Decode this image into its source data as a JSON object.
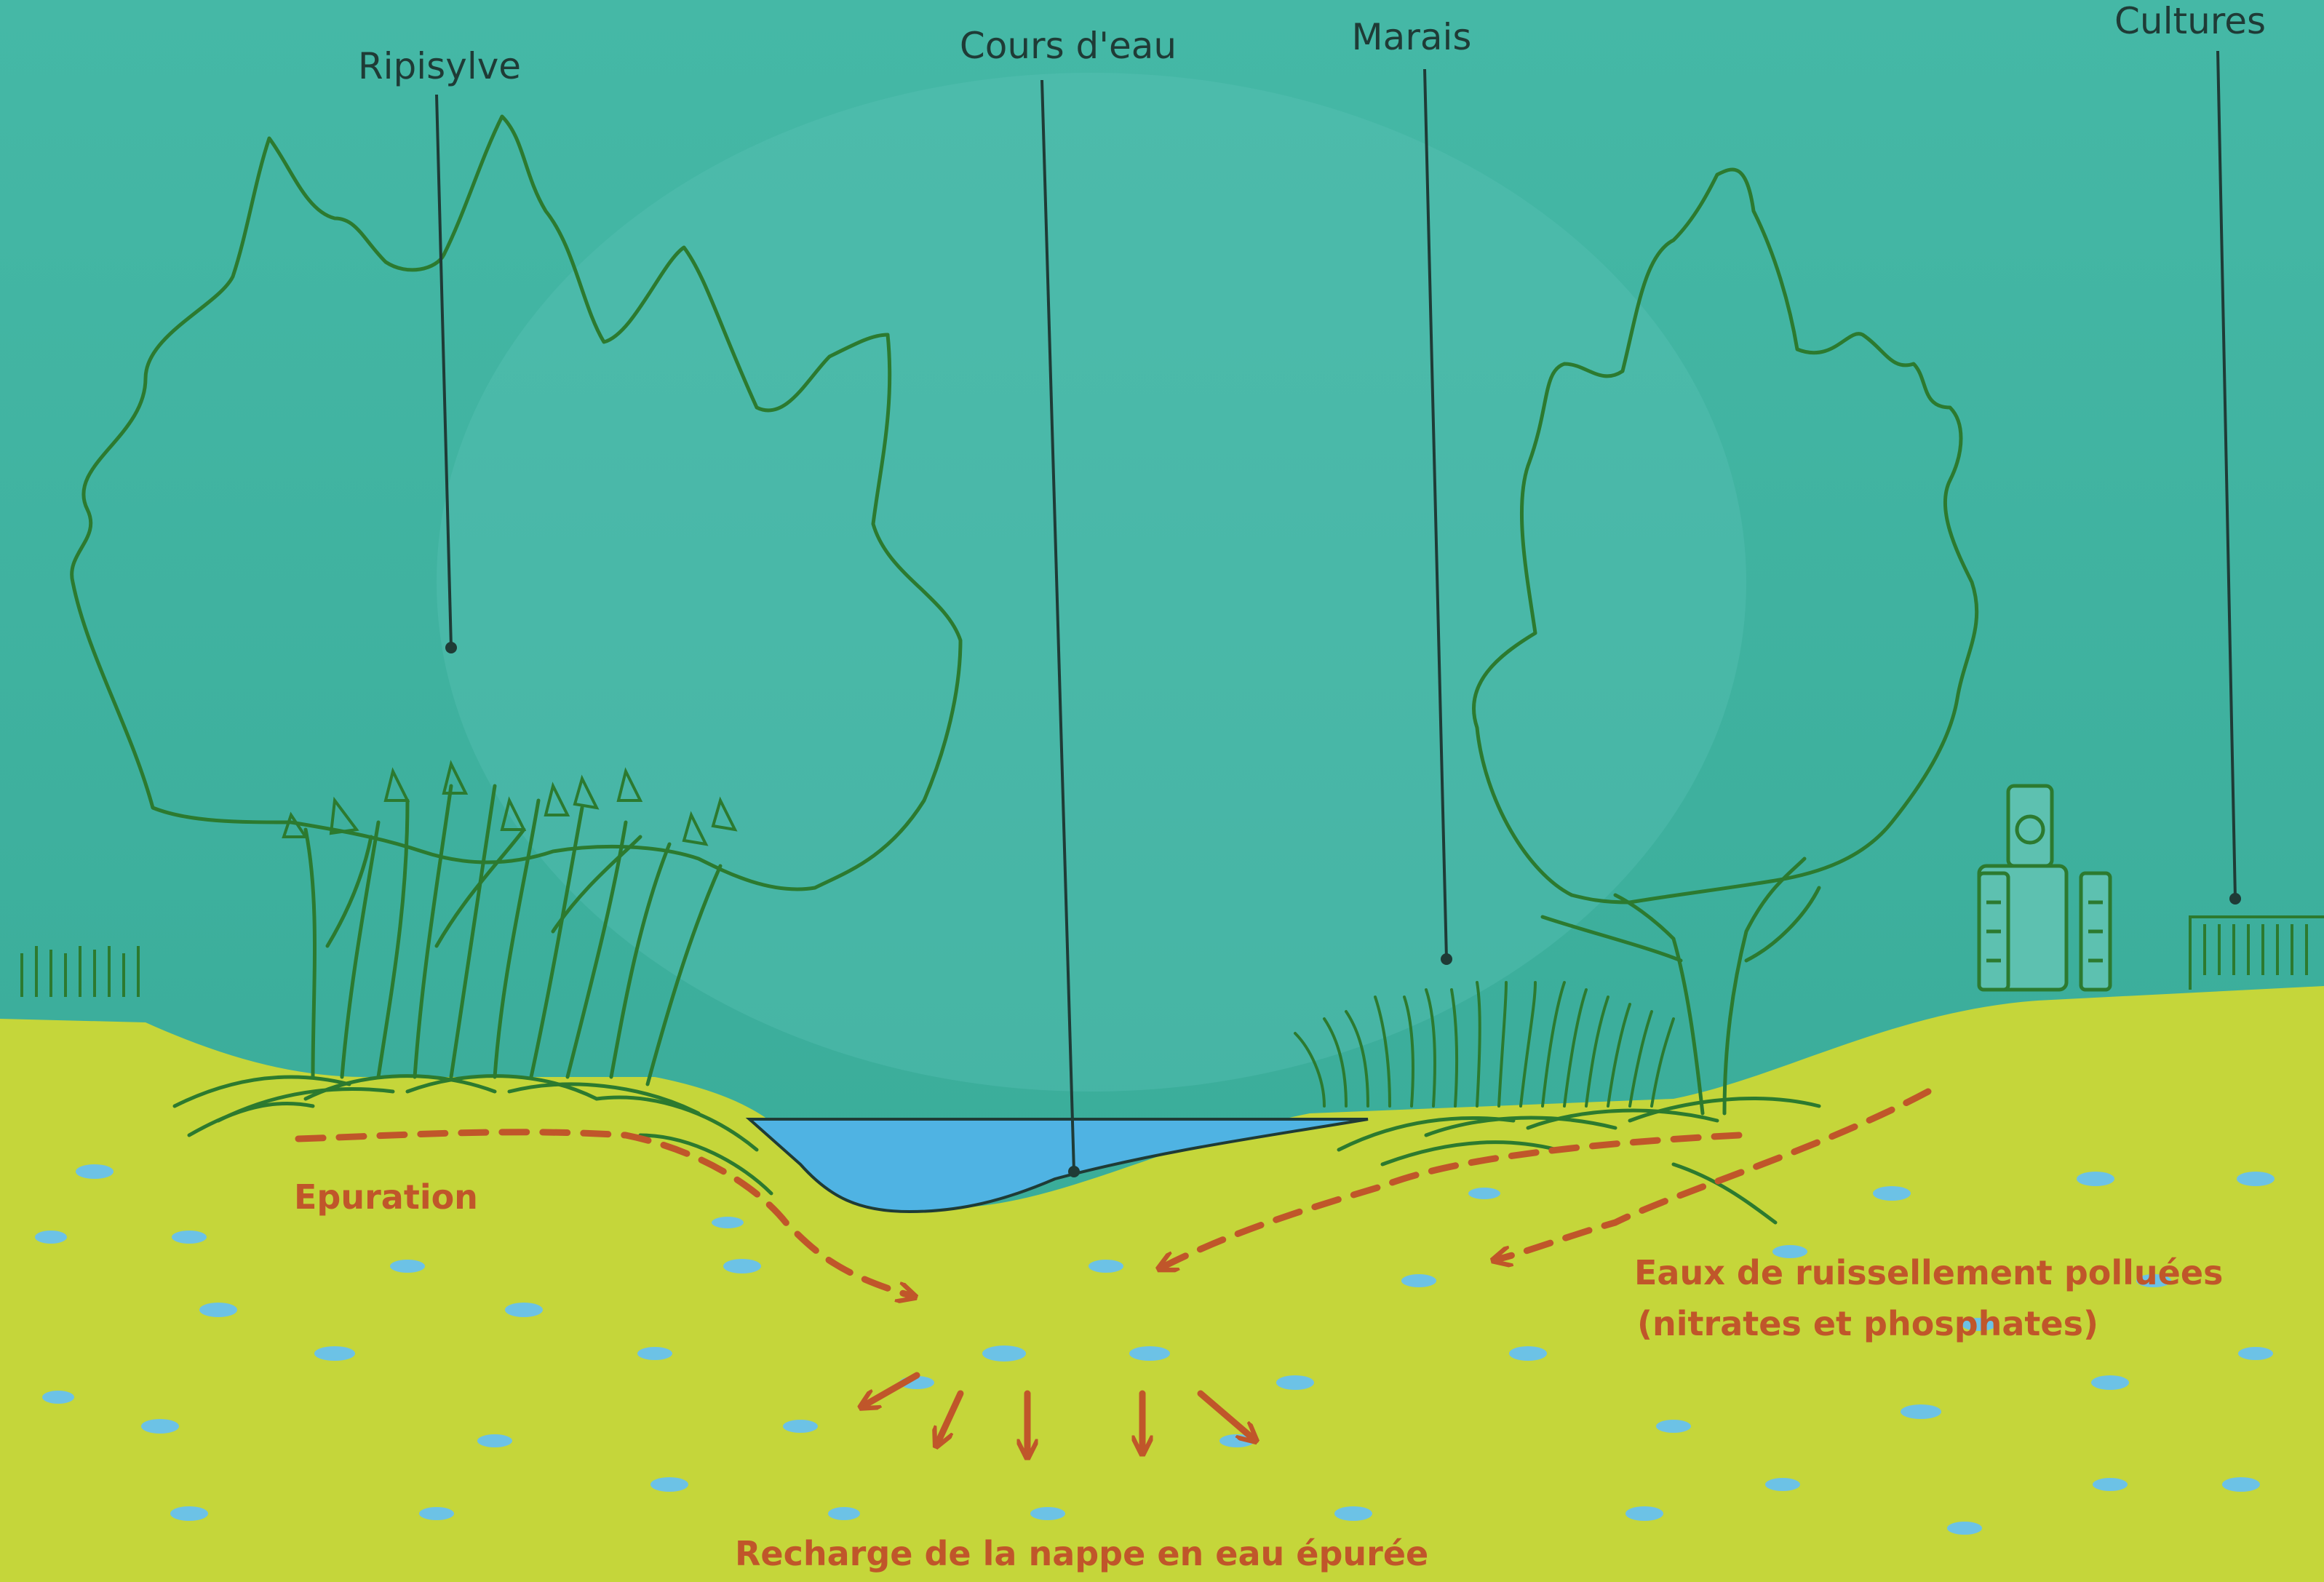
{
  "labels": {
    "ripisylve": "Ripisylve",
    "cours_eau": "Cours d'eau",
    "marais": "Marais",
    "cultures": "Cultures",
    "epuration": "Epuration",
    "eaux_ruissellement_line1": "Eaux de ruissellement polluées",
    "eaux_ruissellement_line2": "(nitrates et phosphates)",
    "recharge": "Recharge de la nappe en eau épurée"
  },
  "colors": {
    "sky": "#3fb4a4",
    "ground": "#c5d63a",
    "water": "#4fb3e3",
    "water_pockets": "#6cc2e6",
    "vegetation": "#2c7a2f",
    "outline": "#1f3b36",
    "flow_arrows": "#c0562a"
  }
}
